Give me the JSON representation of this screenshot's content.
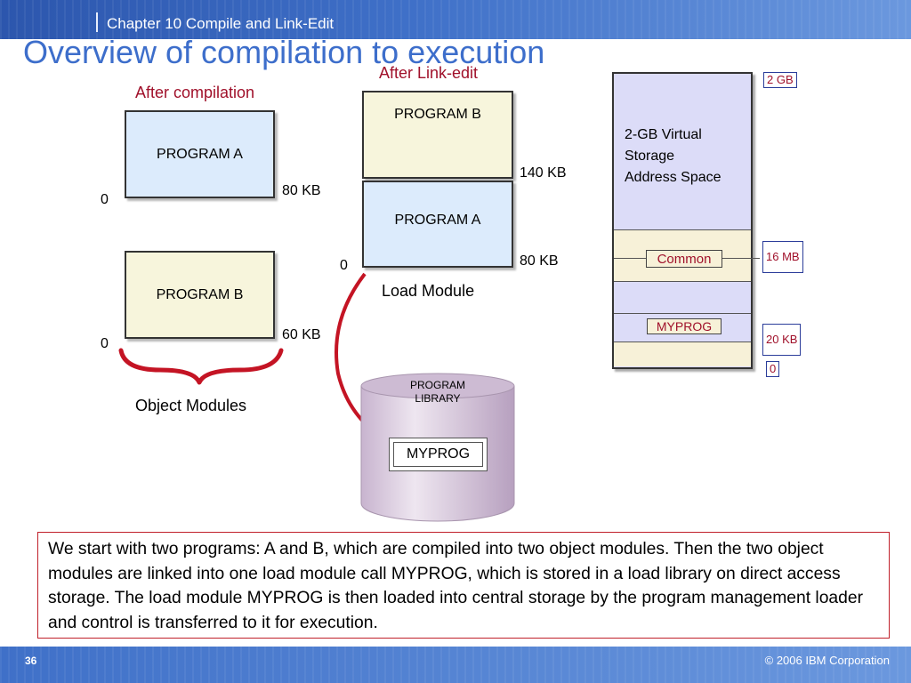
{
  "header": {
    "chapter": "Chapter 10 Compile and Link-Edit"
  },
  "slide": {
    "title": "Overview of compilation to execution"
  },
  "after_compilation": {
    "label": "After compilation",
    "program_a": {
      "label": "PROGRAM A",
      "start": "0",
      "end": "80 KB"
    },
    "program_b": {
      "label": "PROGRAM B",
      "start": "0",
      "end": "60 KB"
    },
    "caption": "Object Modules"
  },
  "after_linkedit": {
    "label": "After Link-edit",
    "program_b": {
      "label": "PROGRAM B",
      "end": "140 KB"
    },
    "program_a": {
      "label": "PROGRAM A",
      "end": "80 KB"
    },
    "start": "0",
    "caption": "Load Module"
  },
  "library": {
    "label_line1": "PROGRAM",
    "label_line2": "LIBRARY",
    "module": "MYPROG"
  },
  "virtual_storage": {
    "line1": "2-GB Virtual",
    "line2": "Storage",
    "line3": "Address Space",
    "common": "Common",
    "myprog": "MYPROG",
    "mark_2gb": "2 GB",
    "mark_16mb": "16 MB",
    "mark_20kb": "20 KB",
    "mark_0": "0"
  },
  "description": "We start with two programs: A and B, which are compiled into two object modules. Then the two object modules are linked into one load module call MYPROG, which is stored in a load library on direct access storage. The load module MYPROG is then loaded into central storage by the program management loader and control is transferred to it for execution.",
  "footer": {
    "page": "36",
    "copyright": "© 2006 IBM Corporation"
  },
  "colors": {
    "accent_blue": "#3d6ecb",
    "label_red": "#a0102a",
    "program_a_fill": "#dcebfc",
    "program_b_fill": "#f7f5dc",
    "vs_fill": "#dcdcf8",
    "library_fill": "#d9c8de"
  }
}
